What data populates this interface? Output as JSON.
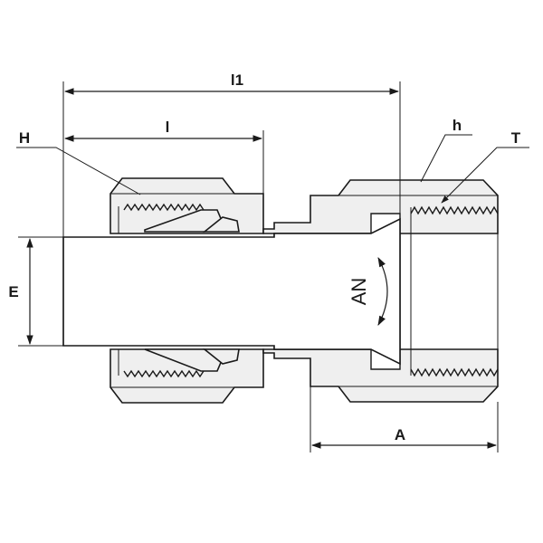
{
  "diagram": {
    "labels": {
      "l1": "l1",
      "l": "l",
      "H": "H",
      "h": "h",
      "T": "T",
      "E": "E",
      "A": "A",
      "AN": "AN"
    },
    "colors": {
      "stroke": "#1a1a1a",
      "body_fill": "#efefef",
      "background": "#ffffff"
    }
  }
}
